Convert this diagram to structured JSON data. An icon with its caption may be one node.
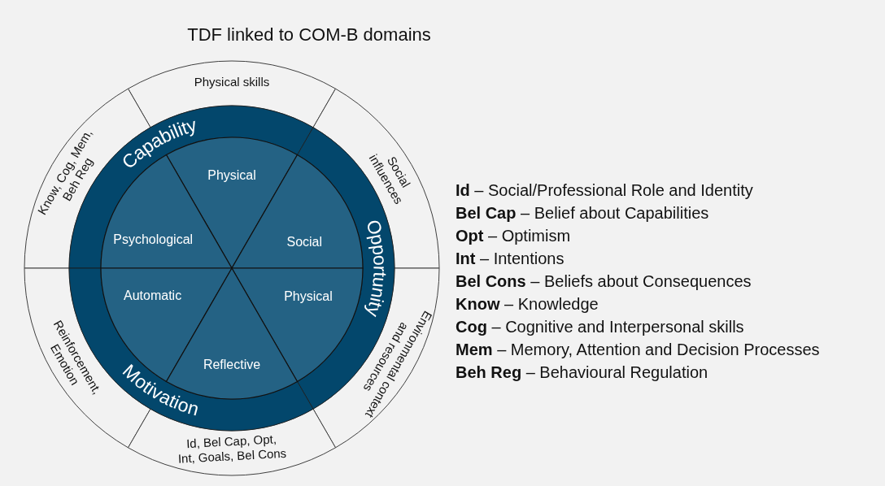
{
  "diagram": {
    "title": "TDF linked to COM-B domains",
    "nodes": [
      {
        "text": [
          "Physical skills"
        ]
      },
      {
        "text": [
          "Know, Cog, Mem, Beh Reg"
        ]
      },
      {
        "text": [
          "Capability"
        ]
      },
      {
        "text": [
          "Social influences"
        ]
      },
      {
        "text": [
          "Physical"
        ]
      },
      {
        "text": [
          "Psychological"
        ]
      },
      {
        "text": [
          "Social"
        ]
      },
      {
        "text": [
          "Opportunity"
        ]
      },
      {
        "text": [
          "Automatic"
        ]
      },
      {
        "text": [
          "Physical"
        ]
      },
      {
        "text": [
          "Reinforcement, Emotion"
        ]
      },
      {
        "text": [
          "Environmental context and resources"
        ]
      },
      {
        "text": [
          "Reflective"
        ]
      },
      {
        "text": [
          "Motivation"
        ]
      },
      {
        "text": [
          "Id, Bel Cap, Opt, Int, Goals, Bel Cons"
        ]
      }
    ],
    "labels": [
      "**Id** – Social/Professional Role and Identity",
      "**Bel Cap** – Belief about Capabilities",
      "**Opt** – Optimism",
      "**Int** – Intentions",
      "**Bel Cons** – Beliefs about Consequences",
      "**Know** – Knowledge",
      "**Cog** – Cognitive and Interpersonal skills",
      "**Mem** – Memory, Attention and Decision Processes",
      "**Beh Reg** – Behavioural Regulation"
    ]
  }
}
